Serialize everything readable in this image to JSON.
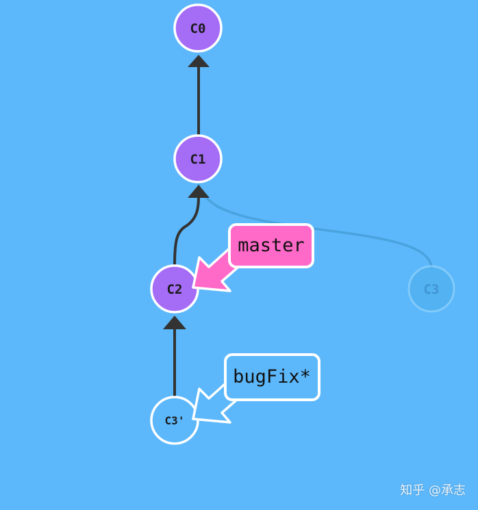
{
  "commits": {
    "c0": "C0",
    "c1": "C1",
    "c2": "C2",
    "c3_ghost": "C3",
    "c3_prime": "C3'"
  },
  "branches": {
    "master": "master",
    "bugfix": "bugFix*"
  },
  "colors": {
    "background": "#5cb8fb",
    "commit_purple": "#a56cf5",
    "commit_blue": "#5cb8fb",
    "master_pink": "#ff69c8",
    "bugfix_blue": "#5cb8fb",
    "edge": "#333333"
  },
  "watermark": "知乎 @承志"
}
